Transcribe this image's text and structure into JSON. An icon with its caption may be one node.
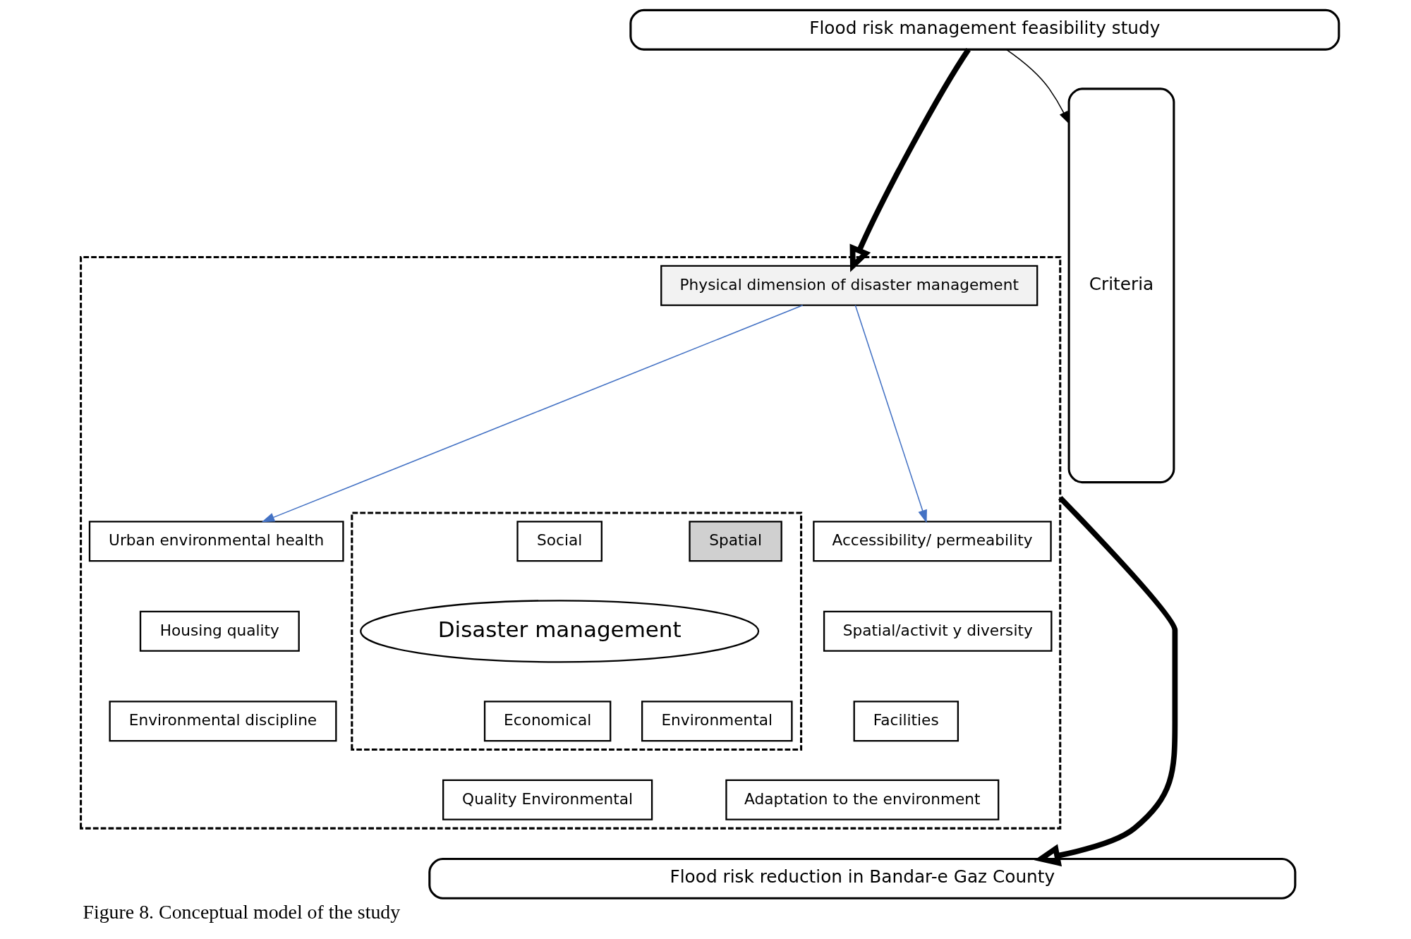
{
  "diagram": {
    "caption": "Figure 8. Conceptual model of the study",
    "nodes": [
      {
        "text": [
          "Flood risk management feasibility study"
        ]
      },
      {
        "text": [
          "Criteria"
        ]
      },
      {
        "text": [],
        "shape": "box"
      },
      {
        "text": [
          "Physical dimension of disaster management"
        ],
        "in": 2
      },
      {
        "text": [
          "Urban environmental health"
        ],
        "in": 2
      },
      {
        "text": [],
        "shape": "box",
        "in": 2
      },
      {
        "text": [
          "Social"
        ],
        "in": 5
      },
      {
        "text": [
          "Spatial"
        ],
        "in": 5
      },
      {
        "text": [
          "Accessibility/ permeability"
        ],
        "in": 2
      },
      {
        "text": [
          "Housing quality"
        ],
        "in": 2
      },
      {
        "text": [
          "Disaster management"
        ],
        "in": 5
      },
      {
        "text": [
          "Spatial/activit y diversity"
        ],
        "in": 2
      },
      {
        "text": [
          "Economical"
        ],
        "in": 5
      },
      {
        "text": [
          "Environmental discipline"
        ],
        "in": 2
      },
      {
        "text": [
          "Environmental"
        ],
        "in": 5
      },
      {
        "text": [
          "Facilities"
        ],
        "in": 2
      },
      {
        "text": [
          "Quality Environmental"
        ],
        "in": 2
      },
      {
        "text": [
          "Adaptation to the environment"
        ],
        "in": 2
      },
      {
        "text": [
          "Flood risk reduction in Bandar-e Gaz County"
        ]
      }
    ],
    "edges": [
      {
        "from": 0,
        "to": 1,
        "arrow": "to"
      },
      {
        "from": 0,
        "to": 3,
        "arrow": "to",
        "style": "thick"
      },
      {
        "from": 3,
        "to": 4,
        "arrow": "to",
        "color": "#4472c4"
      },
      {
        "from": 3,
        "to": 8,
        "arrow": "to",
        "color": "#4472c4"
      },
      {
        "from": 2,
        "to": 18,
        "arrow": "to",
        "style": "thick"
      }
    ]
  }
}
